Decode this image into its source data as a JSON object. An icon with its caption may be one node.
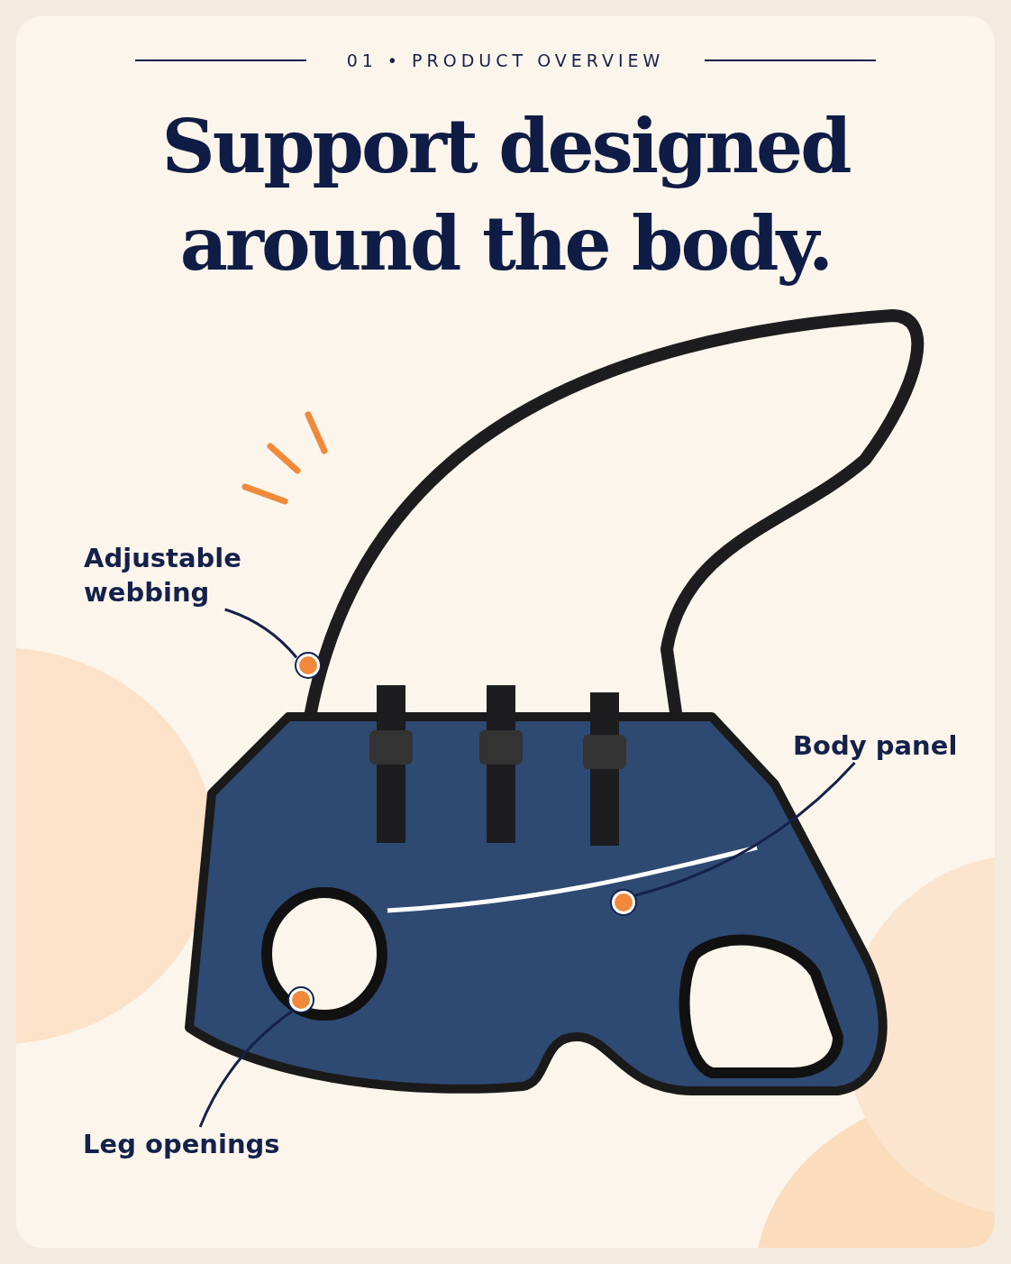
{
  "diagram": {
    "title": "Support designed around the body.",
    "nodes": [
      {
        "text": [
          "Adjustable webbing"
        ]
      },
      {
        "text": [],
        "shape": "circle"
      },
      {
        "text": [
          "Body panel"
        ]
      },
      {
        "text": [],
        "shape": "circle"
      },
      {
        "text": [],
        "shape": "circle"
      },
      {
        "text": [
          "Leg openings"
        ]
      }
    ],
    "edges": [
      {
        "from": 0,
        "to": 1,
        "arrow": "none"
      },
      {
        "from": 2,
        "to": 3,
        "arrow": "none"
      },
      {
        "from": 5,
        "to": 4,
        "arrow": "none"
      }
    ],
    "labels": [
      "01 • PRODUCT OVERVIEW"
    ]
  }
}
